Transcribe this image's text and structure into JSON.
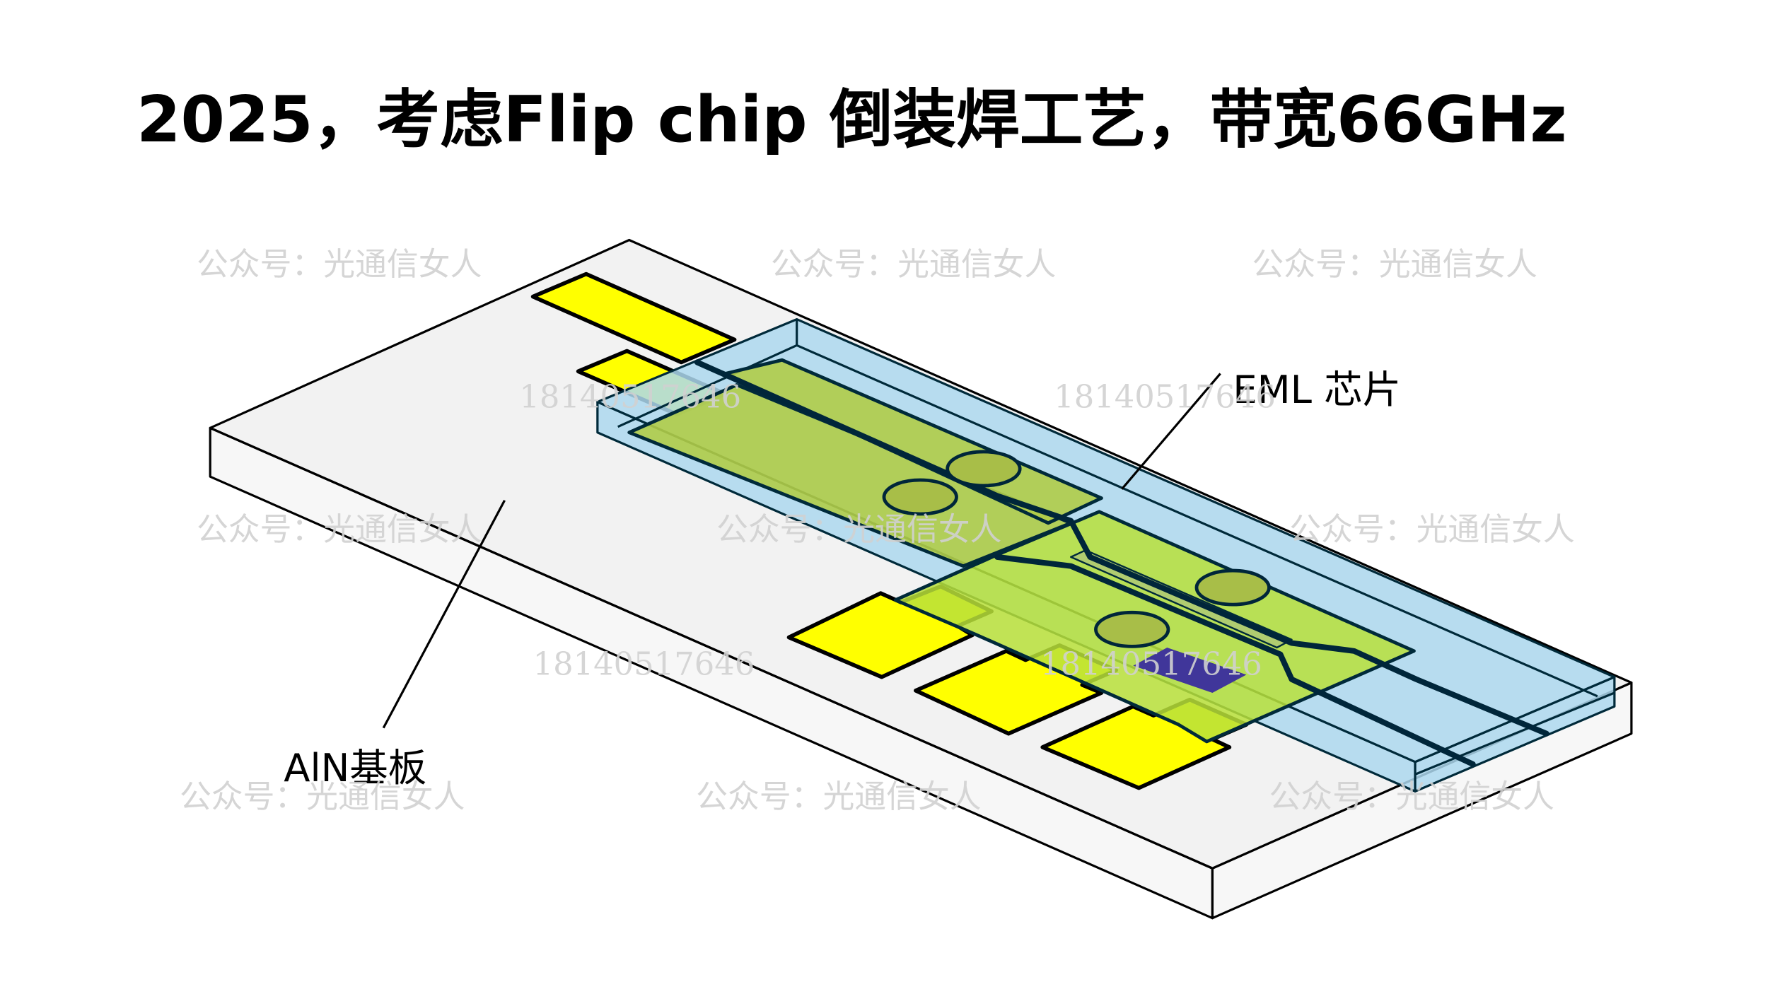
{
  "title": "2025，考虑Flip chip 倒装焊工艺，带宽66GHz",
  "labels": {
    "chip": "EML 芯片",
    "substrate": "AlN基板"
  },
  "watermarks": {
    "account": "公众号：光通信女人",
    "phone": "18140517646"
  },
  "colors": {
    "substrate_top": "#f2f2f2",
    "chip": "#add8ee",
    "pad": "#ffff00",
    "electrode": "#b8e03a",
    "bump": "#a8be48",
    "trace": "#00263a",
    "active": "#40369a"
  }
}
